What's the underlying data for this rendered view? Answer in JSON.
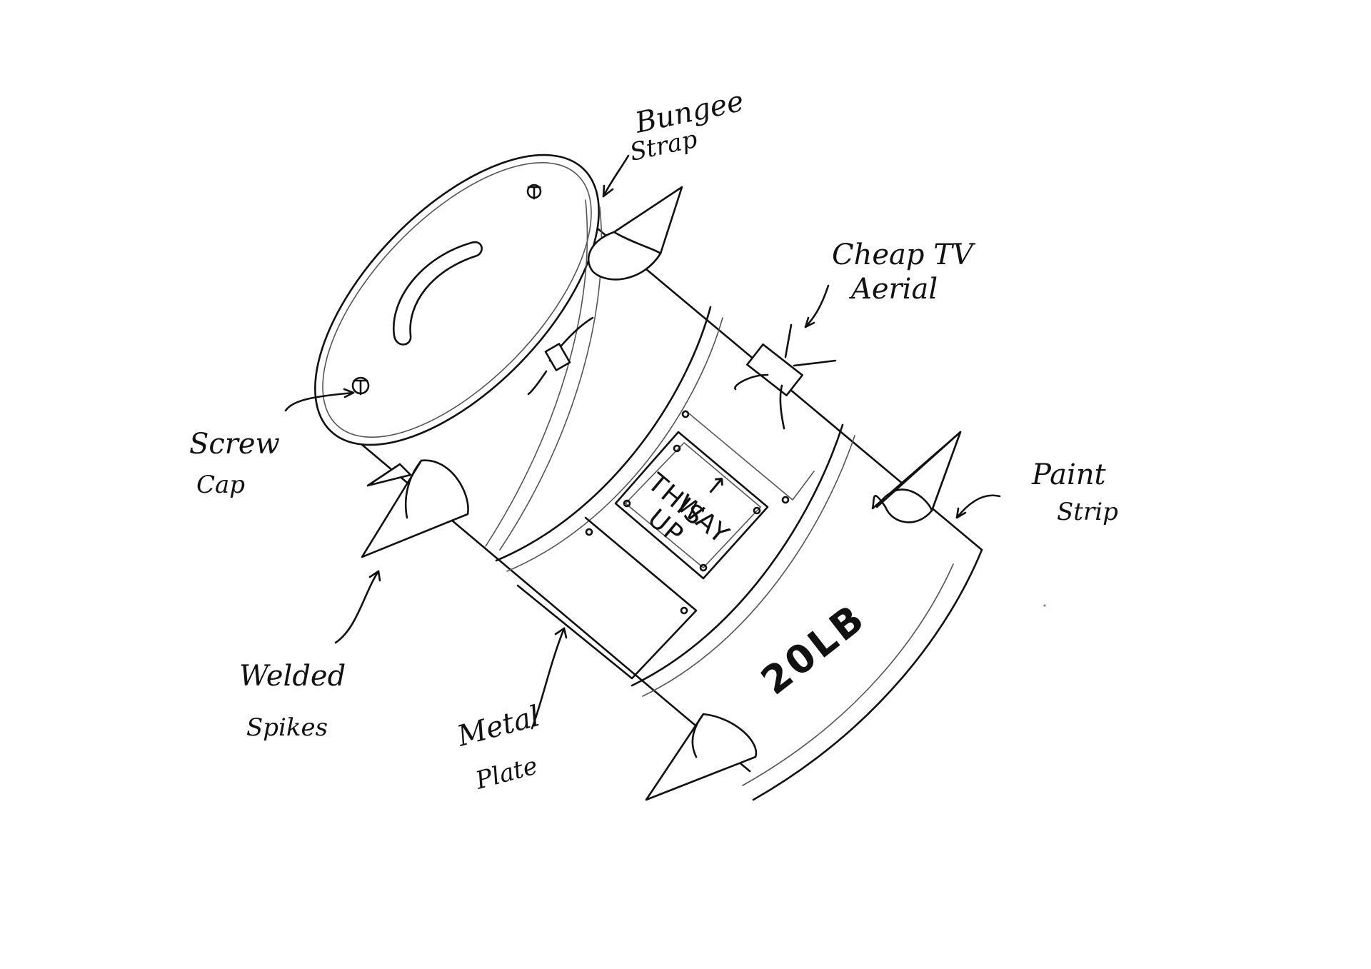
{
  "labels": {
    "bungee_strap": [
      "Bungee",
      "Strap"
    ],
    "cheap_tv_aerial": [
      "Cheap TV",
      "Aerial"
    ],
    "screw_cap": [
      "Screw",
      "Cap"
    ],
    "paint_strip": [
      "Paint",
      "Strip"
    ],
    "welded_spikes": [
      "Welded",
      "Spikes"
    ],
    "metal_plate": [
      "Metal",
      "Plate"
    ]
  },
  "plate_text": {
    "arrow": "↑",
    "line1": "THIS",
    "line2": "WAY",
    "line3": "UP"
  },
  "weight_text": "20LB",
  "colors": {
    "ink": "#111111",
    "paper": "#ffffff"
  }
}
